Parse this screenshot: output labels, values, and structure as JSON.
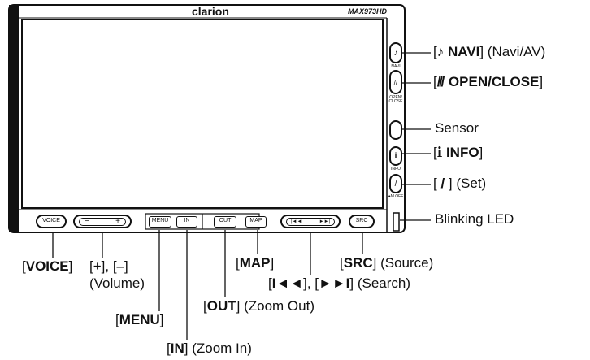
{
  "device": {
    "brand": "clarion",
    "model": "MAX973HD"
  },
  "side_buttons": [
    {
      "id": "navi",
      "glyph": "♪",
      "caption": "NAVI"
    },
    {
      "id": "open",
      "glyph": "//",
      "caption": "OPEN/\nCLOSE"
    },
    {
      "id": "sensor",
      "glyph": "",
      "caption": ""
    },
    {
      "id": "info",
      "glyph": "i",
      "caption": "INFO"
    },
    {
      "id": "set",
      "glyph": "/",
      "caption": "●M.OFF"
    }
  ],
  "bottom_buttons": {
    "voice": "VOICE",
    "vol_minus": "−",
    "vol_plus": "+",
    "menu": "MENU",
    "in": "IN",
    "out": "OUT",
    "map": "MAP",
    "prev": "|◄◄",
    "next": "►►|",
    "src": "SRC"
  },
  "callouts": {
    "navi_icon": "♪",
    "navi_key": "NAVI",
    "navi_desc": "(Navi/AV)",
    "open_icon": "/̸/",
    "open_key": "OPEN/CLOSE",
    "sensor": "Sensor",
    "info_icon": "i",
    "info_key": "INFO",
    "set_icon": "/",
    "set_desc": "(Set)",
    "led": "Blinking LED",
    "voice": "VOICE",
    "volume_keys": "[+], [–]",
    "volume_desc": "(Volume)",
    "menu": "MENU",
    "map": "MAP",
    "src": "SRC",
    "src_desc": "(Source)",
    "search_prev": "I◄◄",
    "search_next": "►►I",
    "search_desc": "(Search)",
    "out": "OUT",
    "out_desc": "(Zoom Out)",
    "in": "IN",
    "in_desc": "(Zoom In)"
  }
}
